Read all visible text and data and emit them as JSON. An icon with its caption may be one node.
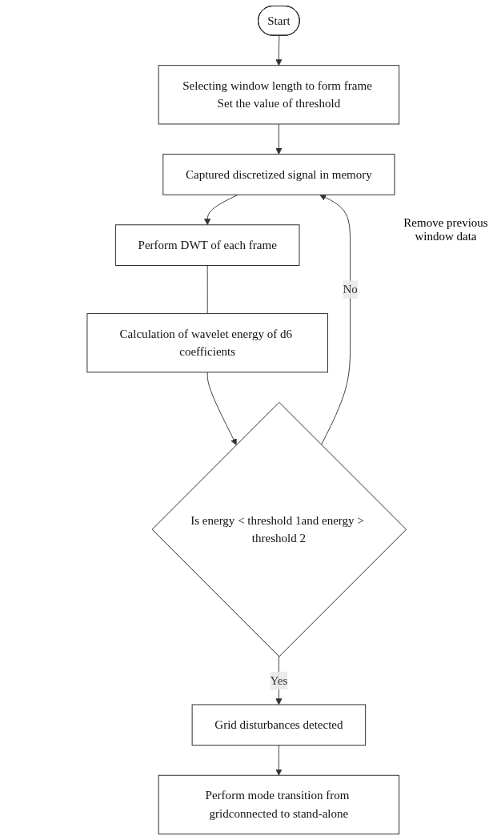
{
  "diagram": {
    "nodes": [
      {
        "text": [
          "Start"
        ]
      },
      {
        "text": [
          "Selecting window length to form frame Set the value of threshold"
        ]
      },
      {
        "text": [
          "Captured discretized signal in memory"
        ]
      },
      {
        "text": [
          "Perform DWT of each frame"
        ]
      },
      {
        "text": [
          "Calculation of wavelet energy of d6 coefficients"
        ]
      },
      {
        "text": [
          "Is energy < threshold 1and energy > threshold 2"
        ]
      },
      {
        "text": [
          "Grid disturbances detected"
        ]
      },
      {
        "text": [
          "Perform mode transition from gridconnected to stand-alone"
        ]
      }
    ],
    "edges": [
      {
        "from": 0,
        "to": 1,
        "arrow": "to"
      },
      {
        "from": 1,
        "to": 2,
        "arrow": "to"
      },
      {
        "from": 2,
        "to": 3,
        "arrow": "to"
      },
      {
        "from": 3,
        "to": 4,
        "arrow": "none"
      },
      {
        "from": 4,
        "to": 5,
        "arrow": "to"
      },
      {
        "from": 5,
        "to": 2,
        "label": "No",
        "arrow": "to"
      },
      {
        "from": 5,
        "to": 6,
        "label": "Yes",
        "arrow": "to"
      },
      {
        "from": 6,
        "to": 7,
        "arrow": "to"
      }
    ],
    "labels": [
      "Remove previous window data"
    ]
  }
}
